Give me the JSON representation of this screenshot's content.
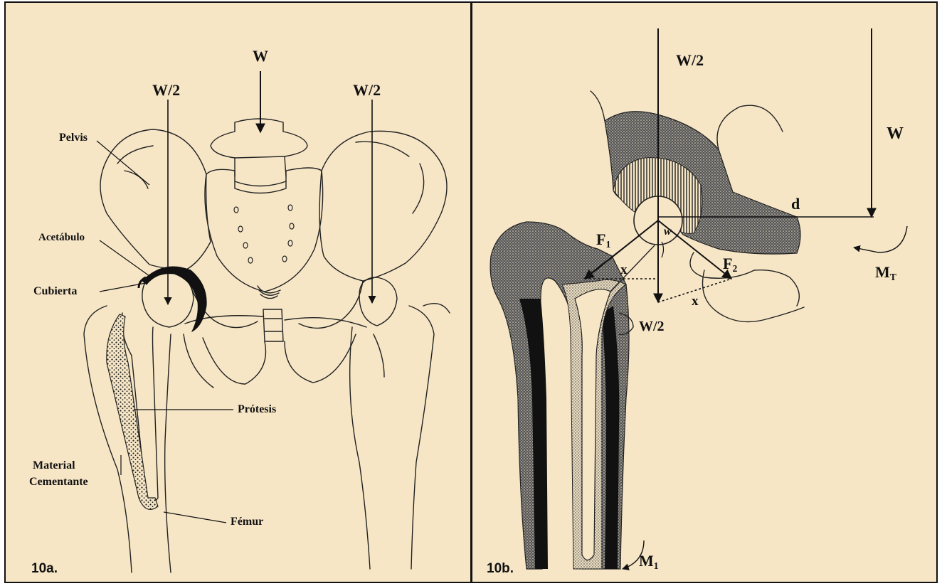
{
  "panel_a": {
    "tag": "10a.",
    "load_total": "W",
    "load_left": "W/2",
    "load_right": "W/2",
    "labels": {
      "pelvis": "Pelvis",
      "acetabulo": "Acetábulo",
      "cubierta": "Cubierta",
      "protesis": "Prótesis",
      "material_1": "Material",
      "material_2": "Cementante",
      "femur": "Fémur"
    }
  },
  "panel_b": {
    "tag": "10b.",
    "load_top": "W/2",
    "load_w": "W",
    "distance": "d",
    "f1": "F",
    "f1_sub": "1",
    "f2": "F",
    "f2_sub": "2",
    "x_left": "x",
    "x_right": "x",
    "w_glyph": "w",
    "load_small": "W/2",
    "moment_t": "M",
    "moment_t_sub": "T",
    "moment_1": "M",
    "moment_1_sub": "1"
  },
  "colors": {
    "paper": "#f6e6c6",
    "ink": "#111111"
  }
}
